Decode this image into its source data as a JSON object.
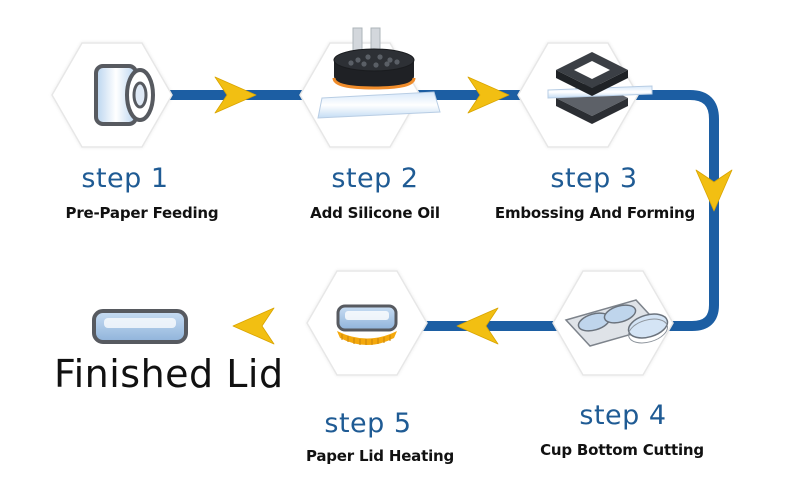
{
  "steps": [
    {
      "title": "step 1",
      "description": "Pre-Paper Feeding",
      "icon": "paper-roll-icon"
    },
    {
      "title": "step 2",
      "description": "Add Silicone Oil",
      "icon": "silicone-oil-applicator-icon"
    },
    {
      "title": "step 3",
      "description": "Embossing And Forming",
      "icon": "embossing-press-icon"
    },
    {
      "title": "step 4",
      "description": "Cup Bottom Cutting",
      "icon": "cut-discs-icon"
    },
    {
      "title": "step 5",
      "description": "Paper Lid Heating",
      "icon": "heated-lid-icon"
    }
  ],
  "final": {
    "label": "Finished Lid",
    "icon": "finished-lid-icon"
  },
  "colors": {
    "flow_line": "#1c5ea3",
    "arrow": "#f2bf12",
    "step_title": "#1f5b94",
    "hexagon_edge": "#e7e7e7",
    "heating": "#f4a80c"
  }
}
